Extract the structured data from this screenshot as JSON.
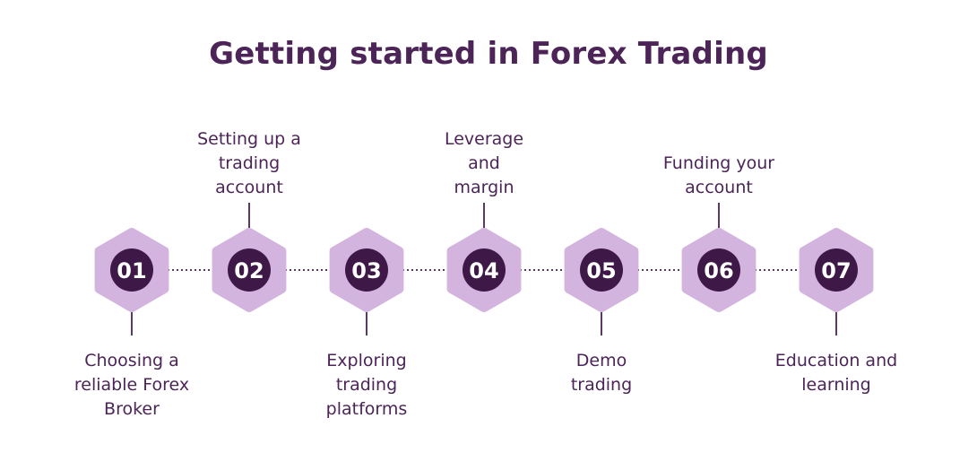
{
  "title": "Getting started in Forex Trading",
  "colors": {
    "hexagon": "#d3b4de",
    "circle": "#3e1947",
    "text": "#4c2458",
    "connector": "#5a3a62"
  },
  "steps": [
    {
      "number": "01",
      "label": [
        "Choosing a",
        "reliable Forex",
        "Broker"
      ],
      "position": "below"
    },
    {
      "number": "02",
      "label": [
        "Setting up a",
        "trading",
        "account"
      ],
      "position": "above"
    },
    {
      "number": "03",
      "label": [
        "Exploring",
        "trading",
        "platforms"
      ],
      "position": "below"
    },
    {
      "number": "04",
      "label": [
        "Leverage",
        "and",
        "margin"
      ],
      "position": "above"
    },
    {
      "number": "05",
      "label": [
        "Demo",
        "trading"
      ],
      "position": "below"
    },
    {
      "number": "06",
      "label": [
        "Funding your",
        "account"
      ],
      "position": "above"
    },
    {
      "number": "07",
      "label": [
        "Education and",
        "learning"
      ],
      "position": "below"
    }
  ]
}
